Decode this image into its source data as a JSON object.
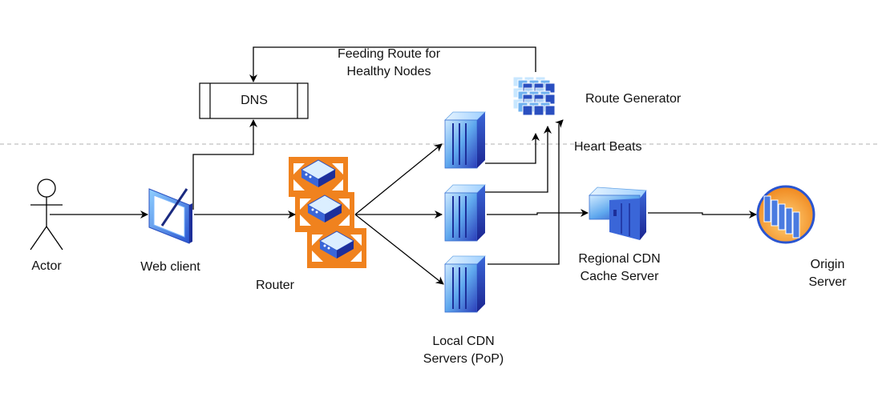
{
  "labels": {
    "actor": "Actor",
    "web_client": "Web client",
    "router": "Router",
    "dns": "DNS",
    "feeding_route": [
      "Feeding Route for",
      "Healthy Nodes"
    ],
    "route_generator": "Route Generator",
    "heart_beats": "Heart Beats",
    "local_cdn": [
      "Local CDN",
      "Servers (PoP)"
    ],
    "regional_cdn": [
      "Regional CDN",
      "Cache Server"
    ],
    "origin": [
      "Origin",
      "Server"
    ]
  },
  "colors": {
    "line": "#000000",
    "dashed_divider": "#b0b0b0",
    "server_blue_light": "#bfe3ff",
    "server_blue_dark": "#2a3bb8",
    "router_orange": "#f0821e",
    "origin_orange": "#f7a83a"
  },
  "icons": [
    "actor-icon",
    "web-client-icon",
    "router-icon",
    "server-icon",
    "route-generator-icon",
    "regional-cache-icon",
    "origin-server-icon"
  ]
}
